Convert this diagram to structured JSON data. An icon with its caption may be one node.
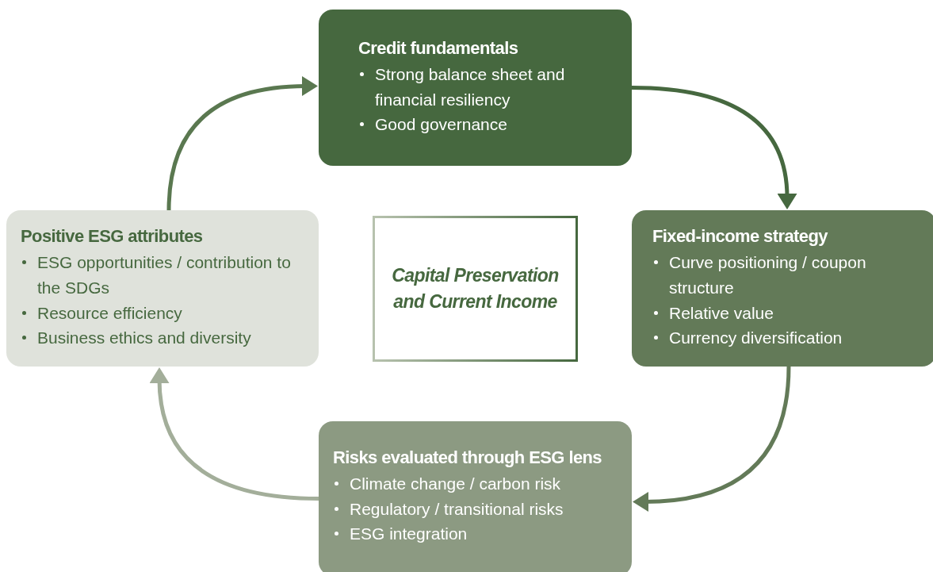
{
  "diagram": {
    "nodes": [
      {
        "text": [
          "Credit fundamentals",
          "Strong balance sheet and financial resiliency",
          "Good governance"
        ]
      },
      {
        "text": [
          "Fixed-income strategy",
          "Curve positioning / coupon structure",
          "Relative value",
          "Currency diversification"
        ]
      },
      {
        "text": [
          "Risks evaluated through ESG lens",
          "Climate change / carbon risk",
          "Regulatory / transitional risks",
          "ESG integration"
        ]
      },
      {
        "text": [
          "Positive ESG attributes",
          "ESG opportunities / contribution to the SDGs",
          "Resource efficiency",
          "Business ethics and diversity"
        ]
      },
      {
        "text": [
          "Capital Preservation and Current Income"
        ]
      }
    ],
    "edges": [
      {
        "from": 0,
        "to": 1,
        "arrow": "to",
        "color": "#46683f"
      },
      {
        "from": 1,
        "to": 2,
        "arrow": "to",
        "color": "#637a58"
      },
      {
        "from": 2,
        "to": 3,
        "arrow": "to",
        "color": "#a3ae9a"
      },
      {
        "from": 3,
        "to": 0,
        "arrow": "to",
        "color": "#5a7850"
      }
    ]
  }
}
